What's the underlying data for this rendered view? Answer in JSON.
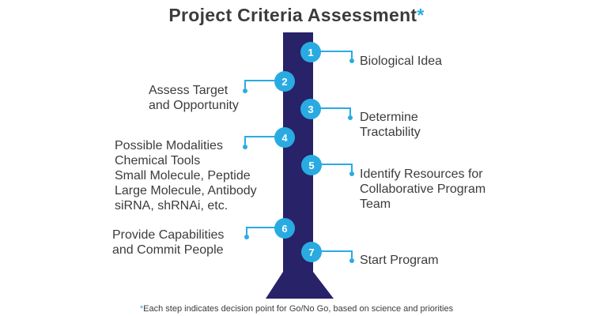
{
  "title": {
    "text": "Project Criteria Assessment",
    "asterisk": "*"
  },
  "steps": [
    {
      "number": "1",
      "side": "right",
      "label": "Biological Idea"
    },
    {
      "number": "2",
      "side": "left",
      "label": "Assess Target\nand Opportunity"
    },
    {
      "number": "3",
      "side": "right",
      "label": "Determine\nTractability"
    },
    {
      "number": "4",
      "side": "left",
      "label": "Possible Modalities\nChemical Tools\nSmall Molecule, Peptide\nLarge Molecule, Antibody\nsiRNA, shRNAi, etc."
    },
    {
      "number": "5",
      "side": "right",
      "label": "Identify Resources for\nCollaborative Program\nTeam"
    },
    {
      "number": "6",
      "side": "left",
      "label": "Provide Capabilities\nand Commit People"
    },
    {
      "number": "7",
      "side": "right",
      "label": "Start Program"
    }
  ],
  "footnote": {
    "asterisk": "*",
    "text": "Each step indicates decision point for Go/No Go, based on science and priorities"
  },
  "colors": {
    "navy": "#282269",
    "cyan": "#29ABE2",
    "text": "#3C3C3B"
  }
}
